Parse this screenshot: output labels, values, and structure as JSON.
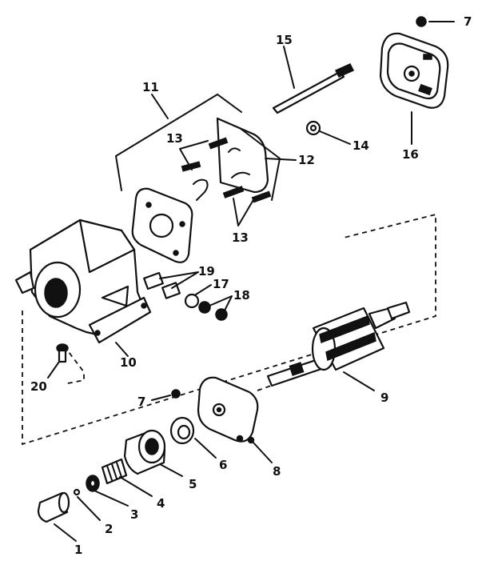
{
  "callouts": [
    {
      "id": "c1",
      "label": "1"
    },
    {
      "id": "c2",
      "label": "2"
    },
    {
      "id": "c3",
      "label": "3"
    },
    {
      "id": "c4",
      "label": "4"
    },
    {
      "id": "c5",
      "label": "5"
    },
    {
      "id": "c6",
      "label": "6"
    },
    {
      "id": "c7a",
      "label": "7"
    },
    {
      "id": "c7b",
      "label": "7"
    },
    {
      "id": "c8",
      "label": "8"
    },
    {
      "id": "c9",
      "label": "9"
    },
    {
      "id": "c10",
      "label": "10"
    },
    {
      "id": "c11",
      "label": "11"
    },
    {
      "id": "c12",
      "label": "12"
    },
    {
      "id": "c13a",
      "label": "13"
    },
    {
      "id": "c13b",
      "label": "13"
    },
    {
      "id": "c14",
      "label": "14"
    },
    {
      "id": "c15",
      "label": "15"
    },
    {
      "id": "c16",
      "label": "16"
    },
    {
      "id": "c17",
      "label": "17"
    },
    {
      "id": "c18",
      "label": "18"
    },
    {
      "id": "c19",
      "label": "19"
    },
    {
      "id": "c20",
      "label": "20"
    }
  ]
}
